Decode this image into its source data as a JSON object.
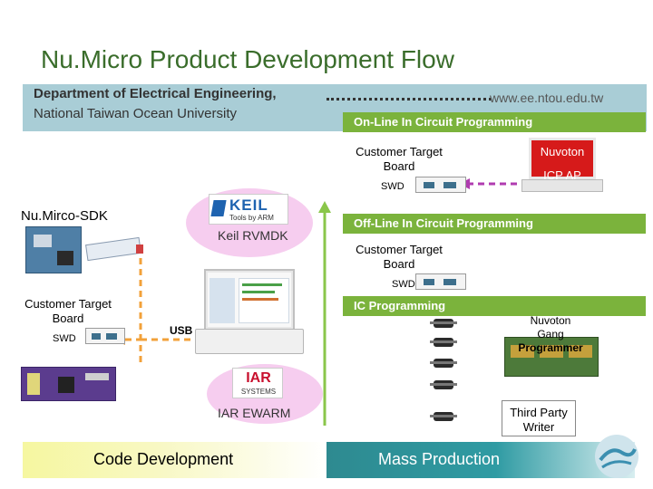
{
  "title": "Nu.Micro Product Development Flow",
  "department": {
    "line1": "Department of Electrical Engineering,",
    "line2": "National Taiwan Ocean University",
    "url": "www.ee.ntou.edu.tw"
  },
  "online_bar": "On-Line In Circuit Programming",
  "offline_bar": "Off-Line In Circuit Programming",
  "ic_bar": "IC Programming",
  "customer_board_label": "Customer Target Board",
  "swd_label": "SWD",
  "usb_label": "USB",
  "nuvoton_icp": {
    "line1": "Nuvoton",
    "line2": "ICP AP"
  },
  "sdk_label": "Nu.Mirco-SDK",
  "keil": {
    "logo": "KEIL",
    "tagline": "Tools by ARM",
    "label": "Keil RVMDK"
  },
  "iar": {
    "logo": "IAR",
    "tagline": "SYSTEMS",
    "label": "IAR EWARM"
  },
  "gang_programmer": {
    "line1": "Nuvoton",
    "line2": "Gang",
    "line3": "Programmer"
  },
  "third_party": {
    "line1": "Third Party",
    "line2": "Writer"
  },
  "footer": {
    "left": "Code Development",
    "right": "Mass Production"
  },
  "colors": {
    "title_green": "#3a6d2b",
    "green_bar": "#7bb33c",
    "band": "#a9cdd6",
    "arrow_green": "#8ac64a",
    "arrow_purple": "#b03cb0",
    "arrow_orange": "#f2a13a",
    "bubble_pink": "#f6cdef"
  }
}
